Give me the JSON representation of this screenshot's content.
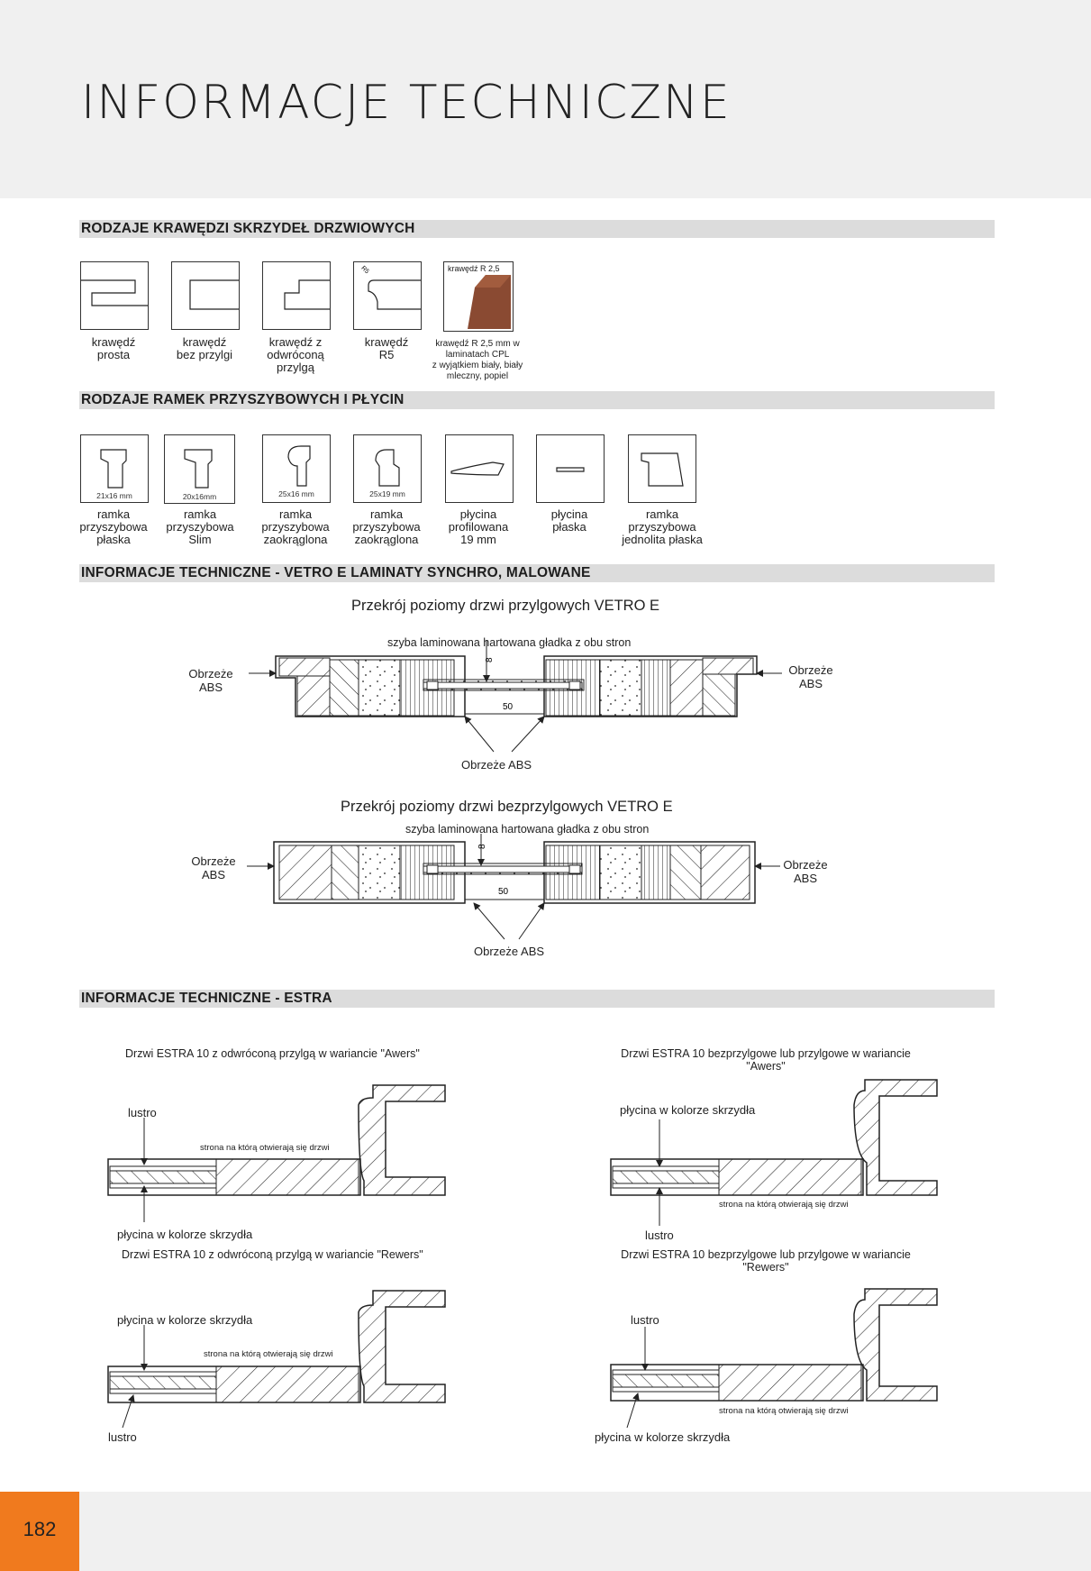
{
  "page": {
    "title": "INFORMACJE TECHNICZNE",
    "number": "182",
    "accent": "#f07a1e"
  },
  "sections": {
    "edges": {
      "title": "RODZAJE KRAWĘDZI SKRZYDEŁ DRZWIOWYCH",
      "items": [
        {
          "caption_lines": [
            "krawędź",
            "prosta"
          ],
          "icon": "edge-straight-icon"
        },
        {
          "caption_lines": [
            "krawędź",
            "bez przylgi"
          ],
          "icon": "edge-no-rebate-icon"
        },
        {
          "caption_lines": [
            "krawędź z",
            "odwróconą",
            "przylgą"
          ],
          "icon": "edge-inverted-rebate-icon"
        },
        {
          "caption_lines": [
            "krawędź",
            "R5"
          ],
          "icon": "edge-r5-icon",
          "icon_label": "R5"
        },
        {
          "caption_lines": [
            "krawędź R 2,5 mm w",
            "laminatach CPL",
            "z wyjątkiem biały, biały",
            "mleczny, popiel"
          ],
          "icon": "edge-r25-photo-icon",
          "icon_label": "krawędź R 2,5"
        }
      ]
    },
    "frames": {
      "title": "RODZAJE RAMEK PRZYSZYBOWYCH I PŁYCIN",
      "items": [
        {
          "dimension": "21x16 mm",
          "caption_lines": [
            "ramka",
            "przyszybowa",
            "płaska"
          ],
          "icon": "frame-flat-icon"
        },
        {
          "dimension": "20x16mm",
          "caption_lines": [
            "ramka",
            "przyszybowa",
            "Slim"
          ],
          "icon": "frame-slim-icon"
        },
        {
          "dimension": "25x16 mm",
          "caption_lines": [
            "ramka",
            "przyszybowa",
            "zaokrąglona"
          ],
          "icon": "frame-rounded-icon"
        },
        {
          "dimension": "25x19 mm",
          "caption_lines": [
            "ramka",
            "przyszybowa",
            "zaokrąglona"
          ],
          "icon": "frame-rounded-large-icon"
        },
        {
          "dimension": "",
          "caption_lines": [
            "płycina",
            "profilowana",
            "19 mm"
          ],
          "icon": "panel-profiled-icon"
        },
        {
          "dimension": "",
          "caption_lines": [
            "płycina",
            "płaska"
          ],
          "icon": "panel-flat-icon"
        },
        {
          "dimension": "",
          "caption_lines": [
            "ramka",
            "przyszybowa",
            "jednolita płaska"
          ],
          "icon": "frame-solid-flat-icon"
        }
      ]
    },
    "vetro": {
      "title": "INFORMACJE TECHNICZNE - VETRO E LAMINATY SYNCHRO, MALOWANE",
      "diagram1": {
        "title": "Przekrój poziomy drzwi przylgowych VETRO E",
        "glass_label": "szyba laminowana hartowana gładka z obu stron",
        "left_label": [
          "Obrzeże",
          "ABS"
        ],
        "right_label": [
          "Obrzeże",
          "ABS"
        ],
        "bottom_label": "Obrzeże ABS",
        "dim_thickness": "8",
        "dim_width": "50"
      },
      "diagram2": {
        "title": "Przekrój poziomy drzwi bezprzylgowych VETRO E",
        "glass_label": "szyba laminowana hartowana gładka z obu stron",
        "left_label": [
          "Obrzeże",
          "ABS"
        ],
        "right_label": [
          "Obrzeże",
          "ABS"
        ],
        "bottom_label": "Obrzeże ABS",
        "dim_thickness": "8",
        "dim_width": "50"
      }
    },
    "estra": {
      "title": "INFORMACJE TECHNICZNE - ESTRA",
      "diagrams": [
        {
          "title": "Drzwi ESTRA 10 z odwróconą przylgą w wariancie \"Awers\"",
          "top_label": "lustro",
          "bottom_label": "płycina w kolorze skrzydła",
          "side_label": "strona na którą otwierają się drzwi"
        },
        {
          "title": "Drzwi ESTRA 10 bezprzylgowe lub przylgowe w wariancie \"Awers\"",
          "top_label": "płycina w kolorze skrzydła",
          "bottom_label": "lustro",
          "side_label": "strona na którą otwierają się drzwi"
        },
        {
          "title": "Drzwi ESTRA 10 z odwróconą przylgą w wariancie \"Rewers\"",
          "top_label": "płycina w kolorze skrzydła",
          "bottom_label": "lustro",
          "side_label": "strona na którą otwierają się drzwi"
        },
        {
          "title": "Drzwi ESTRA 10 bezprzylgowe lub przylgowe w wariancie \"Rewers\"",
          "top_label": "lustro",
          "bottom_label": "płycina w kolorze skrzydła",
          "side_label": "strona na którą otwierają się drzwi"
        }
      ]
    }
  }
}
